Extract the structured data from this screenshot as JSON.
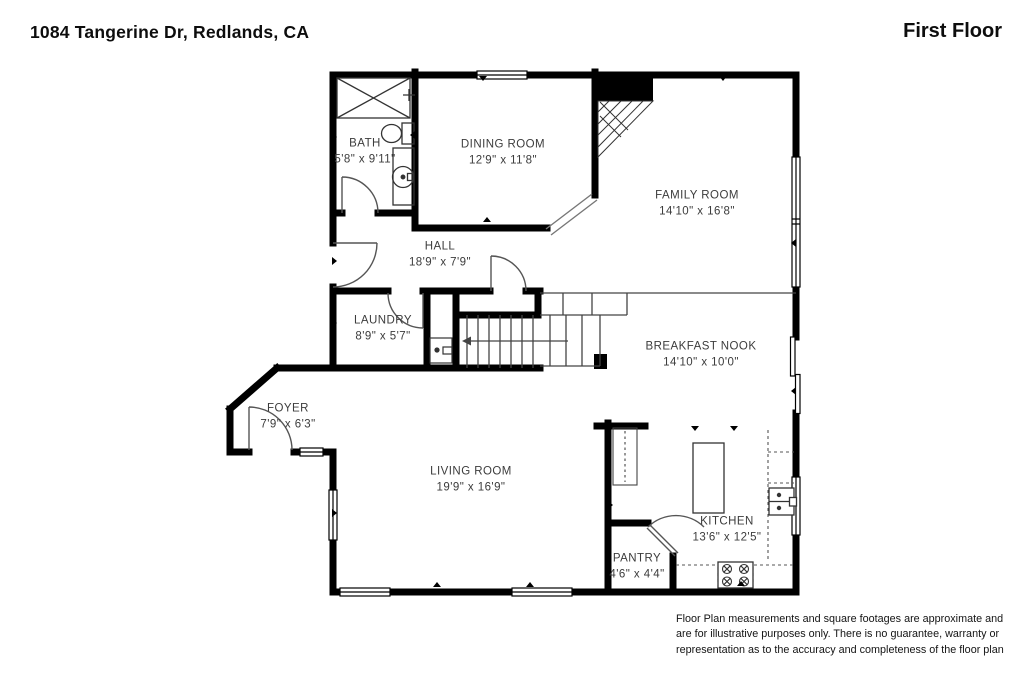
{
  "header": {
    "address": "1084 Tangerine Dr, Redlands, CA",
    "floor_label": "First Floor"
  },
  "rooms": [
    {
      "id": "bath",
      "name": "BATH",
      "dims": "5'8\" x 9'11\""
    },
    {
      "id": "dining-room",
      "name": "DINING ROOM",
      "dims": "12'9\" x 11'8\""
    },
    {
      "id": "family-room",
      "name": "FAMILY ROOM",
      "dims": "14'10\" x 16'8\""
    },
    {
      "id": "hall",
      "name": "HALL",
      "dims": "18'9\" x 7'9\""
    },
    {
      "id": "laundry",
      "name": "LAUNDRY",
      "dims": "8'9\" x 5'7\""
    },
    {
      "id": "breakfast-nook",
      "name": "BREAKFAST NOOK",
      "dims": "14'10\" x 10'0\""
    },
    {
      "id": "foyer",
      "name": "FOYER",
      "dims": "7'9\" x 6'3\""
    },
    {
      "id": "living-room",
      "name": "LIVING ROOM",
      "dims": "19'9\" x 16'9\""
    },
    {
      "id": "kitchen",
      "name": "KITCHEN",
      "dims": "13'6\" x 12'5\""
    },
    {
      "id": "pantry",
      "name": "PANTRY",
      "dims": "4'6\" x 4'4\""
    }
  ],
  "disclaimer": "Floor Plan measurements and square footages are approximate and are for illustrative purposes only. There is no guarantee, warranty or representation as to the accuracy and completeness of the floor plan",
  "colors": {
    "wall": "#000000",
    "background": "#ffffff",
    "label_text": "#3c3c3c"
  }
}
